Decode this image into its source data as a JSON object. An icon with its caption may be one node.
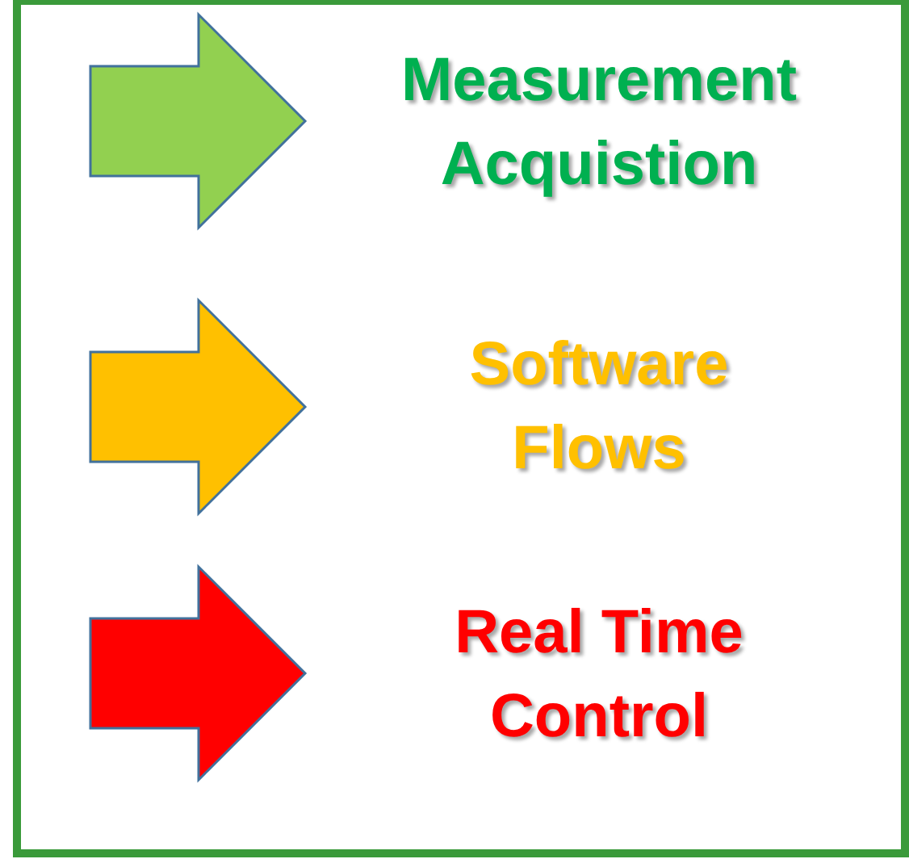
{
  "diagram": {
    "nodes": [
      {
        "text": [],
        "shape": "arrow",
        "beside": [
          "Measurement Acquistion"
        ]
      },
      {
        "text": [],
        "shape": "arrow",
        "beside": [
          "Software Flows"
        ]
      },
      {
        "text": [],
        "shape": "arrow",
        "beside": [
          "Real Time Control"
        ]
      }
    ]
  }
}
